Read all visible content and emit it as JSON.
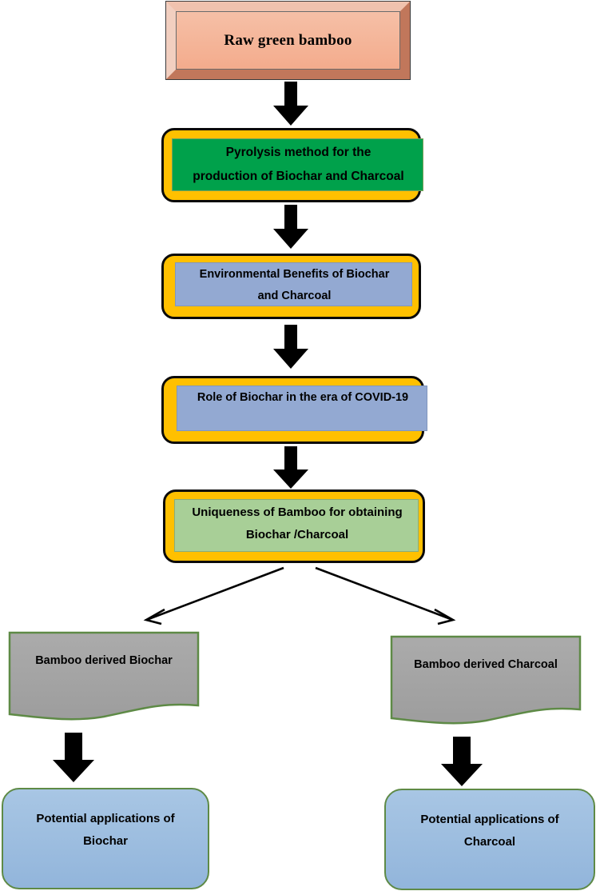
{
  "diagram": {
    "title": "Bamboo biochar and charcoal process flowchart",
    "colors": {
      "frame_yellow": "#ffc000",
      "green_panel": "#00a14b",
      "blue_panel": "#93a9d2",
      "light_green_panel": "#a8cf97",
      "gray_shape": "#a6a6a6",
      "blue_box": "#a3c2e0",
      "green_outline": "#5e8a46",
      "peach_box": "#f3ab8c",
      "arrow_black": "#000000"
    },
    "nodes": {
      "raw_bamboo": {
        "label": "Raw green bamboo",
        "shape": "beveled-frame",
        "fill": "#f3ab8c"
      },
      "pyrolysis": {
        "line1": "Pyrolysis method for the",
        "line2": "production of Biochar and Charcoal",
        "shape": "rounded-frame",
        "fill": "#00a14b"
      },
      "env_benefits": {
        "line1": "Environmental Benefits of Biochar",
        "line2": "and Charcoal",
        "shape": "rounded-frame",
        "fill": "#93a9d2"
      },
      "covid_role": {
        "line1": "Role of Biochar in the era of COVID-19",
        "shape": "rounded-frame",
        "fill": "#93a9d2"
      },
      "uniqueness": {
        "line1": "Uniqueness of Bamboo for obtaining",
        "line2": "Biochar /Charcoal",
        "shape": "rounded-frame",
        "fill": "#a8cf97"
      },
      "biochar_derived": {
        "label": "Bamboo derived Biochar",
        "shape": "wave",
        "fill": "#a6a6a6"
      },
      "charcoal_derived": {
        "label": "Bamboo derived Charcoal",
        "shape": "wave",
        "fill": "#a6a6a6"
      },
      "biochar_apps": {
        "line1": "Potential applications of",
        "line2": "Biochar",
        "shape": "rounded-rect",
        "fill": "#a3c2e0"
      },
      "charcoal_apps": {
        "line1": "Potential applications of",
        "line2": "Charcoal",
        "shape": "rounded-rect",
        "fill": "#a3c2e0"
      }
    },
    "connectors": [
      {
        "name": "arrow-raw-to-pyrolysis",
        "type": "block-arrow-down"
      },
      {
        "name": "arrow-pyrolysis-to-env",
        "type": "block-arrow-down"
      },
      {
        "name": "arrow-env-to-covid",
        "type": "block-arrow-down"
      },
      {
        "name": "arrow-covid-to-uniqueness",
        "type": "block-arrow-down"
      },
      {
        "name": "arrow-uniqueness-to-biochar",
        "type": "line-arrow-diagonal-left"
      },
      {
        "name": "arrow-uniqueness-to-charcoal",
        "type": "line-arrow-diagonal-right"
      },
      {
        "name": "arrow-biochar-to-apps",
        "type": "block-arrow-down"
      },
      {
        "name": "arrow-charcoal-to-apps",
        "type": "block-arrow-down"
      }
    ]
  }
}
